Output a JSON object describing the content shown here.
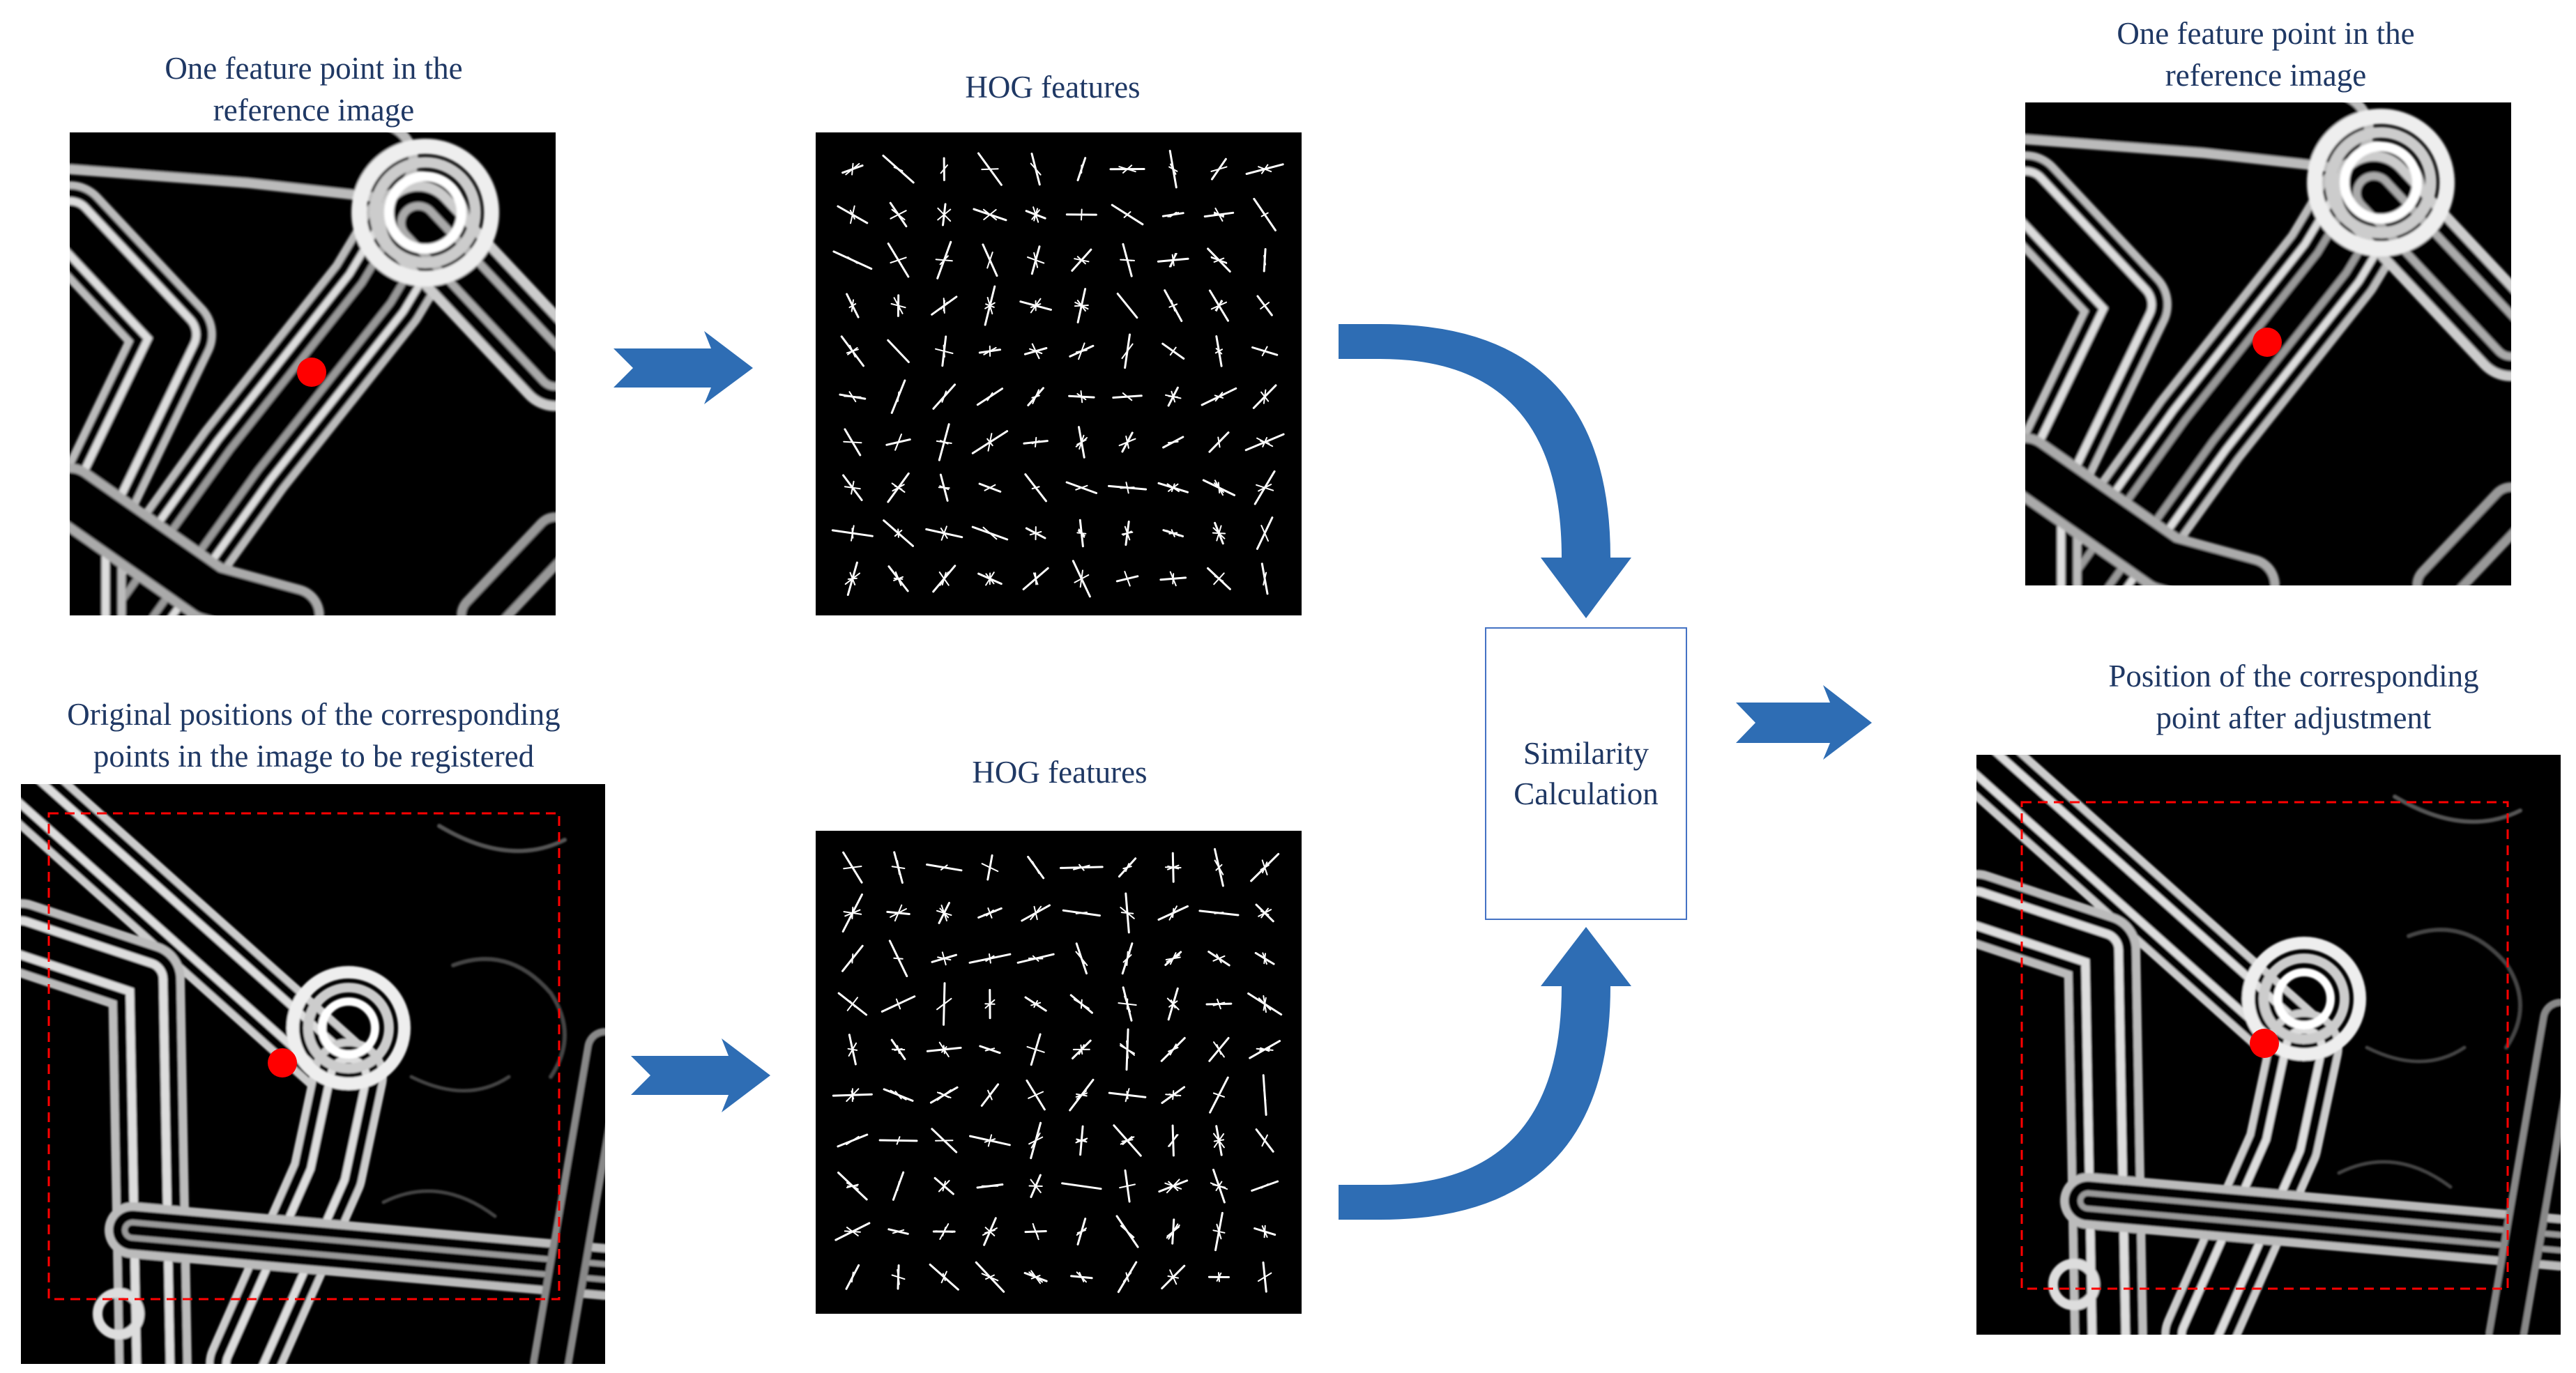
{
  "captions": {
    "ref_left": "One feature point in the\nreference image",
    "hog_top": "HOG features",
    "orig_positions": "Original positions of the corresponding\npoints in the image to be registered",
    "hog_bottom": "HOG features",
    "ref_right": "One feature point in the\nreference image",
    "adjusted": "Position of the corresponding\npoint after adjustment"
  },
  "calc_box": {
    "label": "Similarity\nCalculation"
  },
  "colors": {
    "caption_text": "#1f3864",
    "arrow_fill": "#2e6db4",
    "arrow_dark": "#1f5a9e",
    "box_border": "#4472c4",
    "feature_point": "#ff0000",
    "search_window": "#ff0000"
  },
  "hog_grid": {
    "rows": 10,
    "cols": 10
  }
}
